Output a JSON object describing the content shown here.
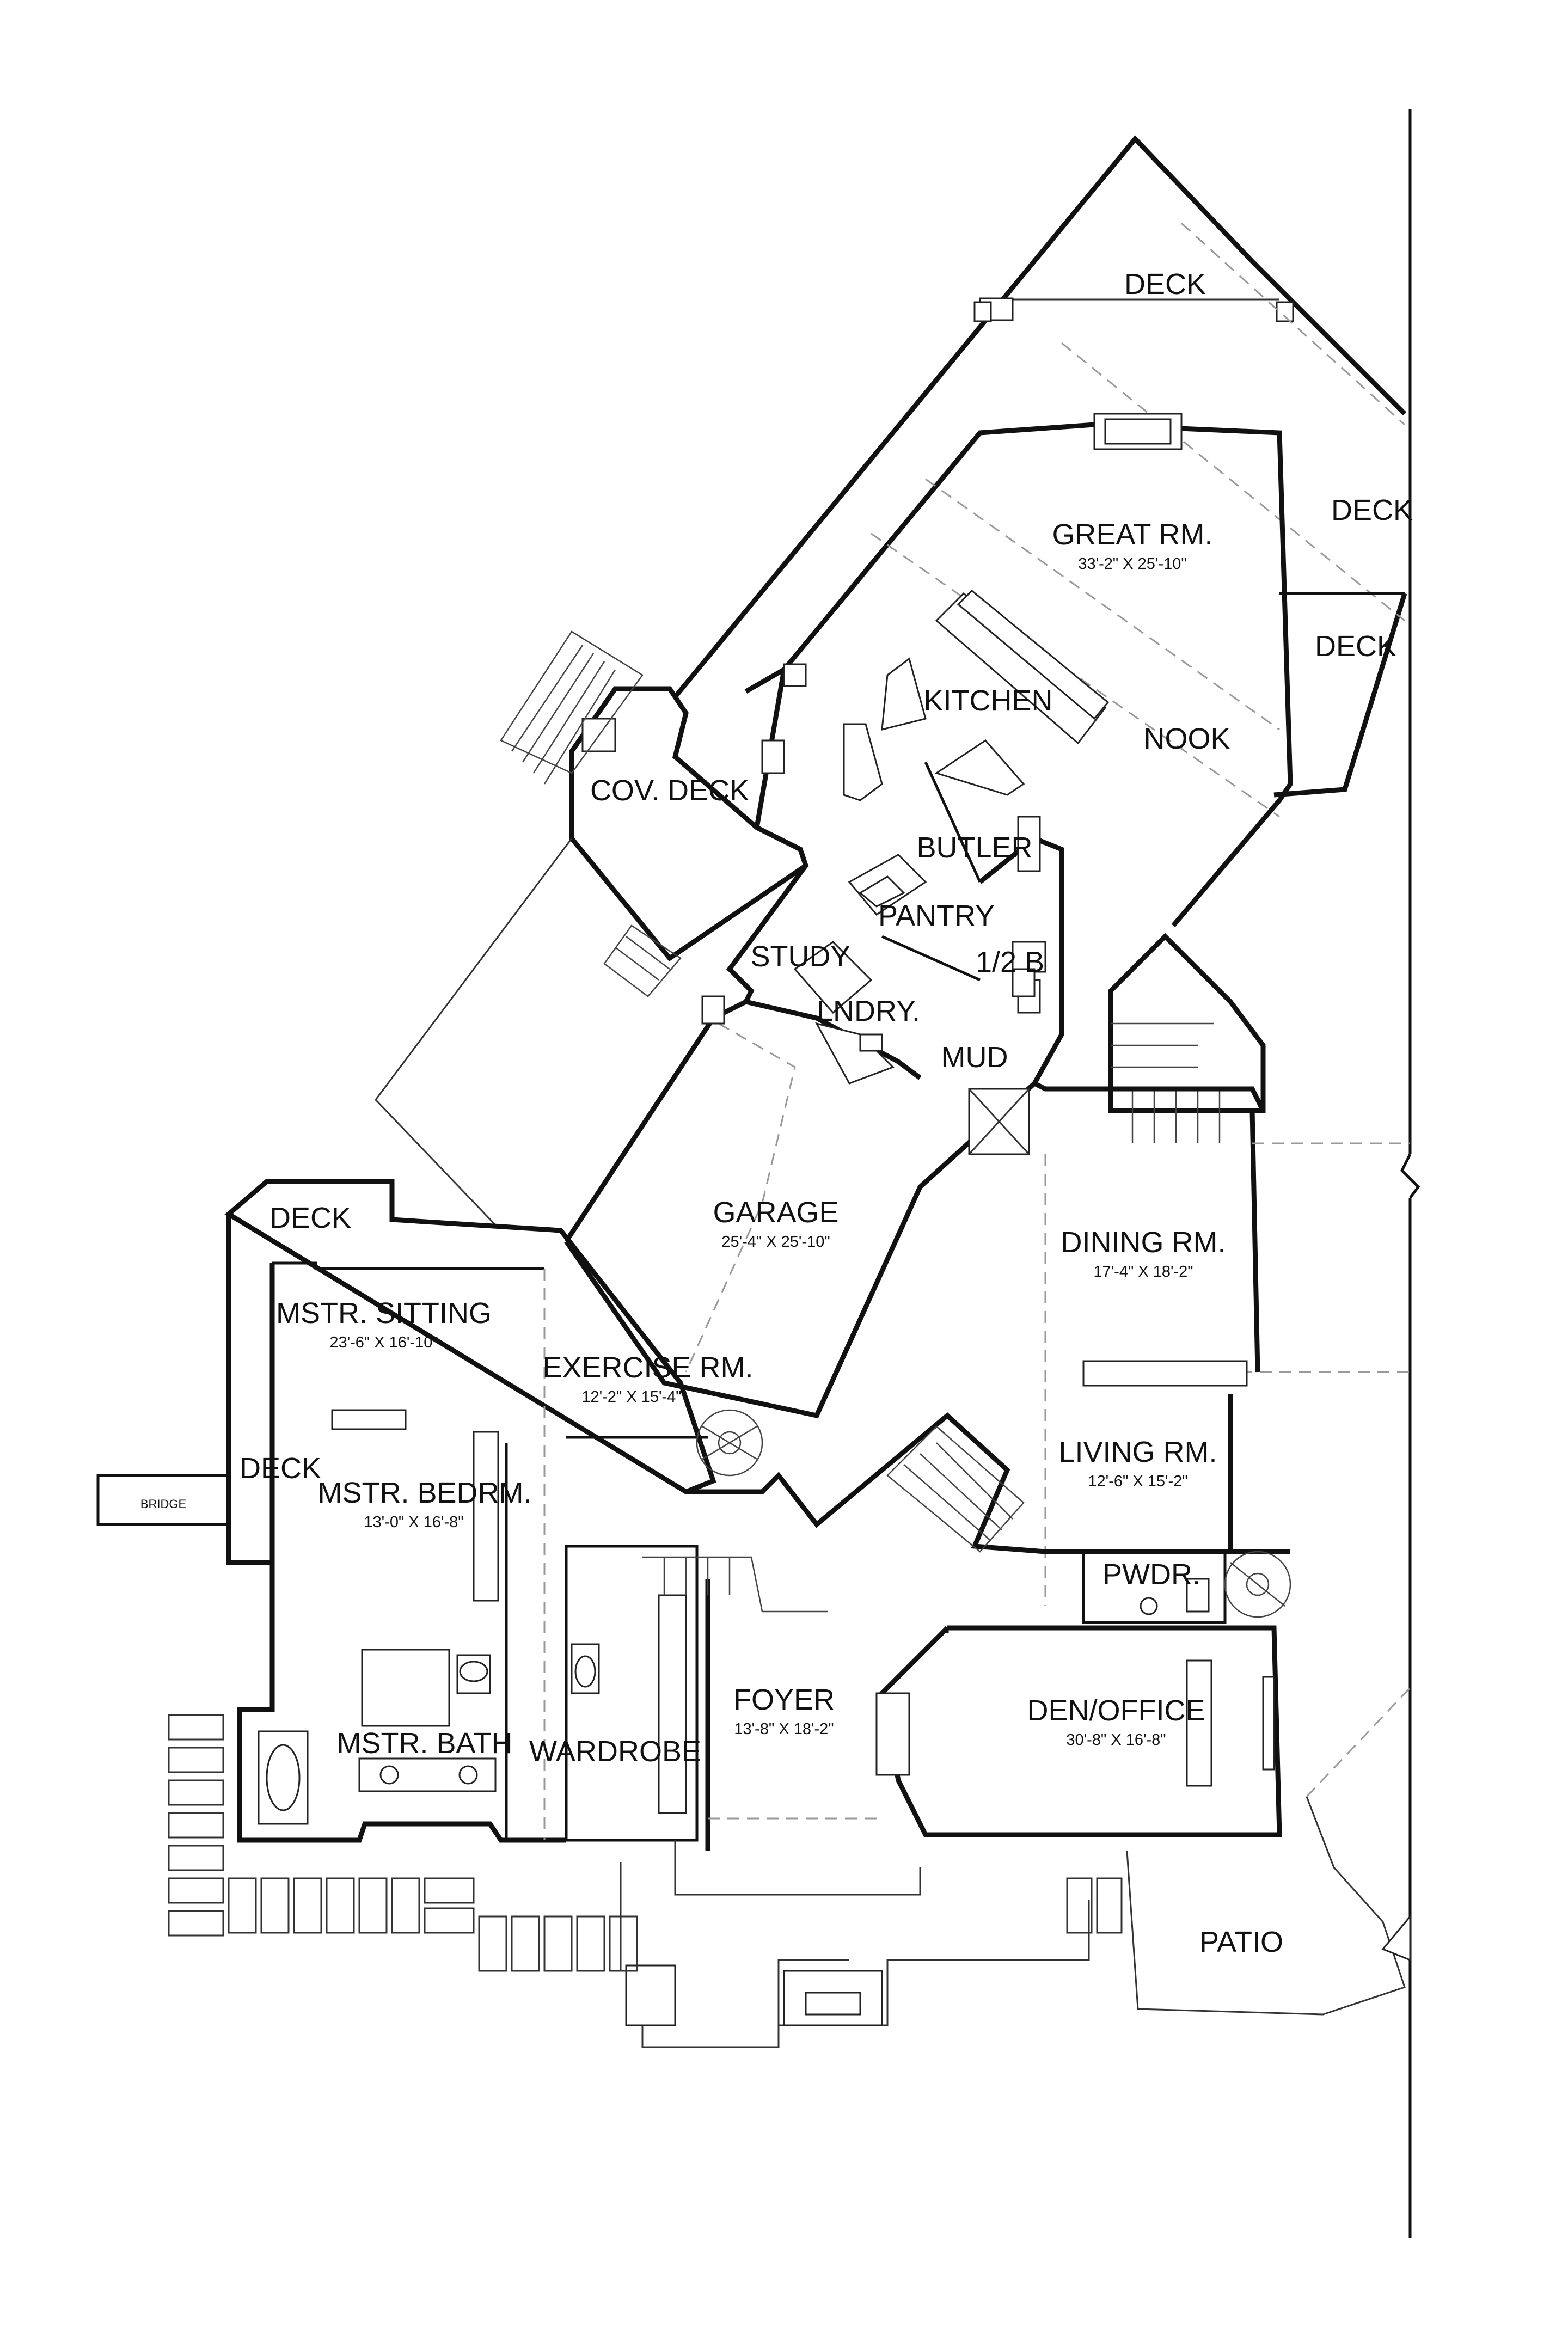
{
  "rooms": {
    "deck_top": {
      "name": "DECK"
    },
    "deck_right_upper": {
      "name": "DECK"
    },
    "deck_right_lower": {
      "name": "DECK"
    },
    "great_rm": {
      "name": "GREAT RM.",
      "dim": "33'-2\" X 25'-10\""
    },
    "kitchen": {
      "name": "KITCHEN"
    },
    "nook": {
      "name": "NOOK"
    },
    "cov_deck": {
      "name": "COV. DECK"
    },
    "butler": {
      "name": "BUTLER"
    },
    "pantry": {
      "name": "PANTRY"
    },
    "study": {
      "name": "STUDY"
    },
    "half_bath": {
      "name": "1/2 B"
    },
    "laundry": {
      "name": "LNDRY."
    },
    "mud": {
      "name": "MUD"
    },
    "garage": {
      "name": "GARAGE",
      "dim": "25'-4\" X 25'-10\""
    },
    "dining_rm": {
      "name": "DINING RM.",
      "dim": "17'-4\" X 18'-2\""
    },
    "deck_master": {
      "name": "DECK"
    },
    "mstr_sitting": {
      "name": "MSTR. SITTING",
      "dim": "23'-6\" X 16'-10\""
    },
    "exercise_rm": {
      "name": "EXERCISE RM.",
      "dim": "12'-2\" X 15'-4\""
    },
    "deck_bridge": {
      "name": "DECK"
    },
    "mstr_bedrm": {
      "name": "MSTR. BEDRM.",
      "dim": "13'-0\" X 16'-8\""
    },
    "living_rm": {
      "name": "LIVING RM.",
      "dim": "12'-6\" X 15'-2\""
    },
    "pwdr": {
      "name": "PWDR."
    },
    "foyer": {
      "name": "FOYER",
      "dim": "13'-8\" X 18'-2\""
    },
    "den_office": {
      "name": "DEN/OFFICE",
      "dim": "30'-8\" X 16'-8\""
    },
    "mstr_bath": {
      "name": "MSTR. BATH"
    },
    "wardrobe": {
      "name": "WARDROBE"
    },
    "patio": {
      "name": "PATIO"
    },
    "bridge": {
      "name": "BRIDGE"
    }
  }
}
